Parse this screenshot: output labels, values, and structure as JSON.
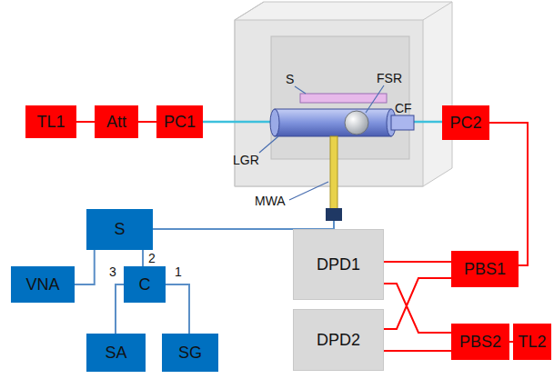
{
  "diagram": {
    "nodes": [
      {
        "text": [
          "TL1"
        ]
      },
      {
        "text": [
          "Att"
        ]
      },
      {
        "text": [
          "PC1"
        ]
      },
      {
        "text": [
          "PC2"
        ]
      },
      {
        "text": [
          "S"
        ]
      },
      {
        "text": [
          "VNA"
        ]
      },
      {
        "text": [
          "C"
        ]
      },
      {
        "text": [
          "SA"
        ]
      },
      {
        "text": [
          "SG"
        ]
      },
      {
        "text": [
          "DPD1"
        ]
      },
      {
        "text": [
          "DPD2"
        ]
      },
      {
        "text": [
          "PBS1"
        ]
      },
      {
        "text": [
          "PBS2"
        ]
      },
      {
        "text": [
          "TL2"
        ]
      }
    ],
    "edges": [
      {
        "from": 0,
        "to": 1,
        "arrow": "none"
      },
      {
        "from": 1,
        "to": 2,
        "arrow": "none"
      },
      {
        "from": 3,
        "to": 11,
        "arrow": "none"
      },
      {
        "from": 11,
        "to": 9,
        "arrow": "none"
      },
      {
        "from": 11,
        "to": 10,
        "arrow": "none"
      },
      {
        "from": 12,
        "to": 9,
        "arrow": "none"
      },
      {
        "from": 12,
        "to": 10,
        "arrow": "none"
      },
      {
        "from": 12,
        "to": 13,
        "arrow": "none"
      },
      {
        "from": 4,
        "to": 5,
        "arrow": "none"
      },
      {
        "from": 4,
        "to": 6,
        "arrow": "none"
      },
      {
        "from": 6,
        "to": 7,
        "arrow": "none"
      },
      {
        "from": 6,
        "to": 8,
        "arrow": "none"
      }
    ],
    "labels": [
      "S",
      "FSR",
      "LGR",
      "CF",
      "MWA",
      "3",
      "2",
      "1"
    ]
  }
}
